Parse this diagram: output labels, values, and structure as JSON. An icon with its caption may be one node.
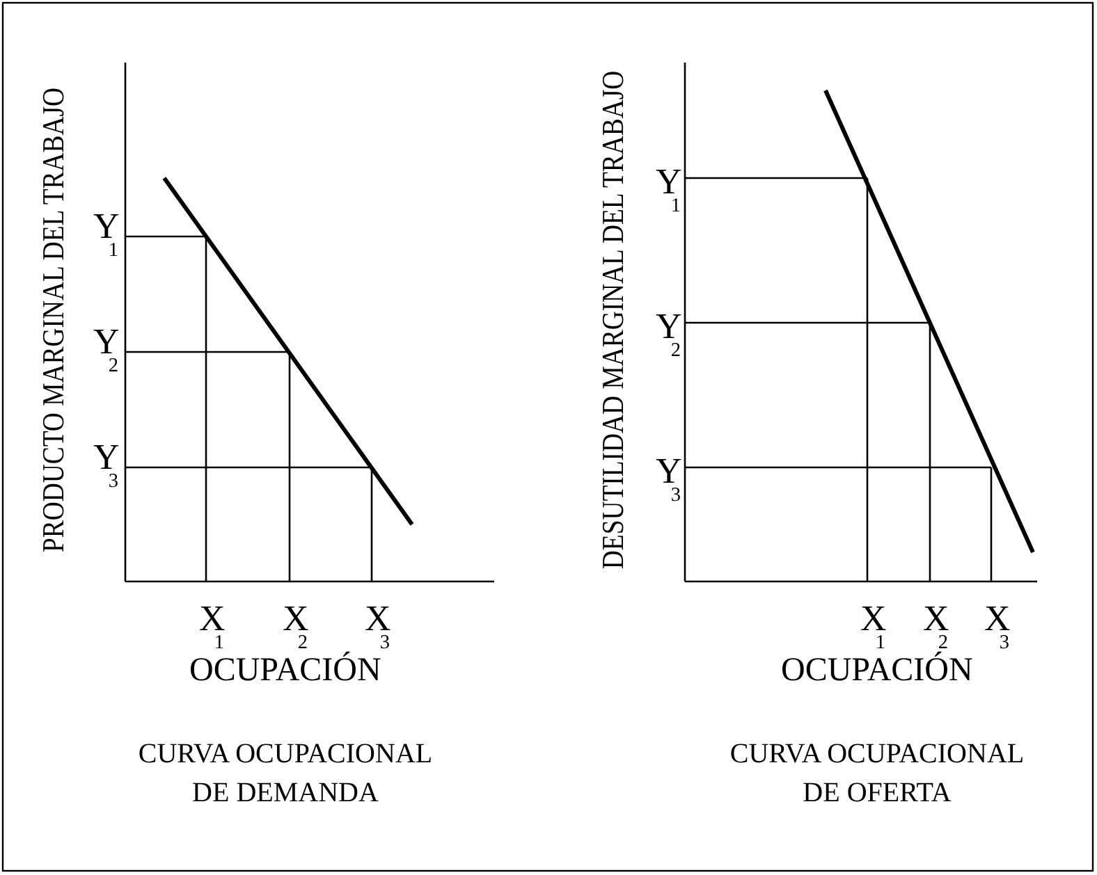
{
  "diagram": {
    "labels": [
      "PRODUCTO MARGINAL DEL TRABAJO",
      "Y$_{1}$",
      "Y$_{2}$",
      "Y$_{3}$",
      "X$_{1}$",
      "X$_{2}$",
      "X$_{3}$",
      "OCUPACIÓN",
      "CURVA OCUPACIONAL DE DEMANDA",
      "DESUTILIDAD MARGINAL DEL TRABAJO",
      "Y$_{1}$",
      "Y$_{2}$",
      "Y$_{3}$",
      "X$_{1}$",
      "X$_{2}$",
      "X$_{3}$",
      "OCUPACIÓN",
      "CURVA OCUPACIONAL DE OFERTA"
    ]
  }
}
